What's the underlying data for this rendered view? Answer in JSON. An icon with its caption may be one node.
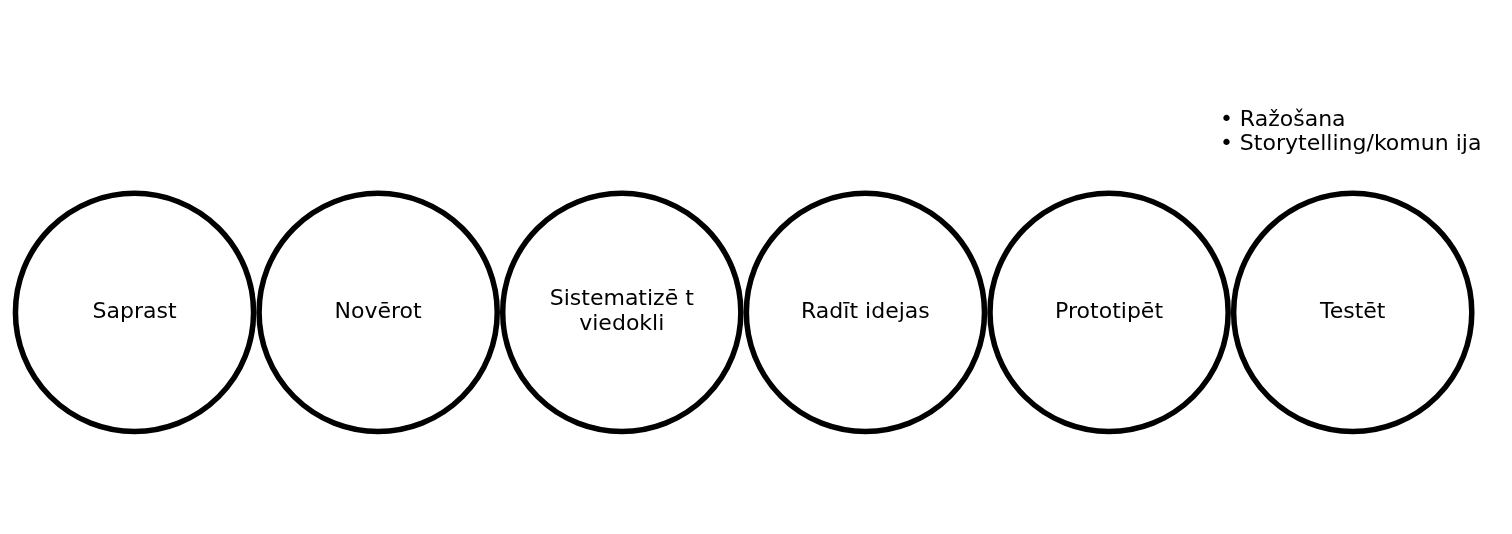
{
  "diagram": {
    "nodes": [
      {
        "text": [
          "Saprast"
        ]
      },
      {
        "text": [
          "Novērot"
        ]
      },
      {
        "text": [
          "Sistematizē t",
          "viedokli"
        ]
      },
      {
        "text": [
          "Radīt idejas"
        ]
      },
      {
        "text": [
          "Prototipēt"
        ]
      },
      {
        "text": [
          "Testēt"
        ]
      }
    ],
    "labels": [
      "• Ražošana",
      "• Storytelling/komun ija"
    ]
  }
}
